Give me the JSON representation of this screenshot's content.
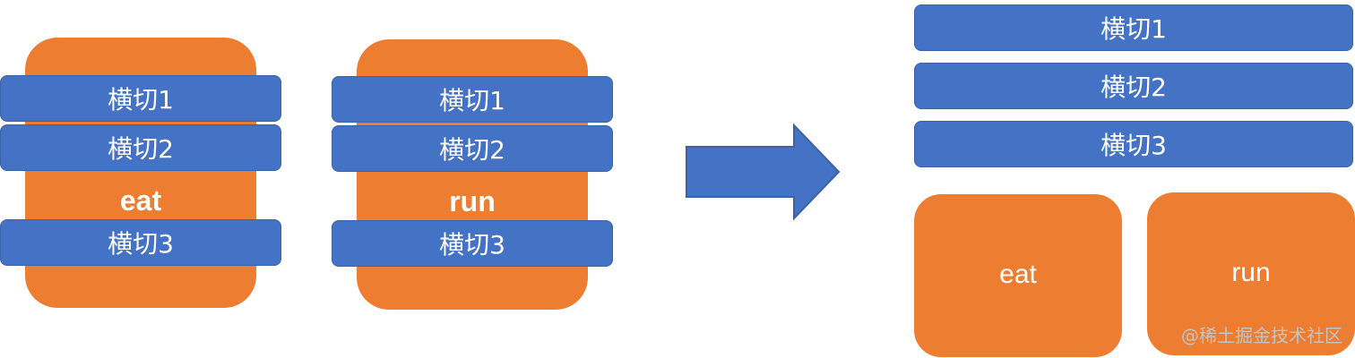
{
  "left_group_1": {
    "bands": [
      "横切1",
      "横切2",
      "横切3"
    ],
    "center_label": "eat"
  },
  "left_group_2": {
    "bands": [
      "横切1",
      "横切2",
      "横切3"
    ],
    "center_label": "run"
  },
  "right_group": {
    "bands": [
      "横切1",
      "横切2",
      "横切3"
    ],
    "boxes": [
      "eat",
      "run"
    ]
  },
  "watermark": "@稀土掘金技术社区",
  "colors": {
    "orange": "#ED7D31",
    "blue": "#4472C4",
    "text": "#FFFFFF"
  },
  "icons": {
    "arrow": "right-arrow-icon"
  }
}
